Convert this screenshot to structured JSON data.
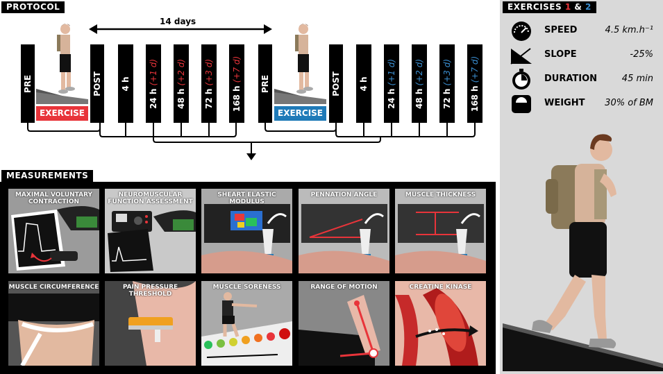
{
  "protocol": {
    "header": "PROTOCOL",
    "days_label": "14 days",
    "exercise1": {
      "label": "EXERCISE 1",
      "color": "#e8343a",
      "pre": "PRE",
      "post": "POST",
      "timepoints": [
        {
          "main": "4 h",
          "delay": ""
        },
        {
          "main": "24 h",
          "delay": "(+1 d)"
        },
        {
          "main": "48 h",
          "delay": "(+2 d)"
        },
        {
          "main": "72 h",
          "delay": "(+3 d)"
        },
        {
          "main": "168 h",
          "delay": "(+7 d)"
        }
      ]
    },
    "exercise2": {
      "label": "EXERCISE 2",
      "color": "#1f7ab8",
      "pre": "PRE",
      "post": "POST",
      "timepoints": [
        {
          "main": "4 h",
          "delay": ""
        },
        {
          "main": "24 h",
          "delay": "(+1 d)"
        },
        {
          "main": "48 h",
          "delay": "(+2 d)"
        },
        {
          "main": "72 h",
          "delay": "(+3 d)"
        },
        {
          "main": "168 h",
          "delay": "(+7 d)"
        }
      ]
    }
  },
  "exercises": {
    "header_prefix": "EXERCISES",
    "num1": "1",
    "amp": "&",
    "num2": "2",
    "rows": [
      {
        "key": "SPEED",
        "value": "4.5 km.h⁻¹",
        "icon": "speedometer-icon"
      },
      {
        "key": "SLOPE",
        "value": "-25%",
        "icon": "slope-icon"
      },
      {
        "key": "DURATION",
        "value": "45 min",
        "icon": "stopwatch-icon"
      },
      {
        "key": "WEIGHT",
        "value": "30% of BM",
        "icon": "weight-icon"
      }
    ]
  },
  "measurements": {
    "header": "MEASUREMENTS",
    "tiles": [
      {
        "title": "MAXIMAL VOLUNTARY CONTRACTION"
      },
      {
        "title": "NEUROMUSCULAR FUNCTION ASSESSMENT"
      },
      {
        "title": "SHEART ELASTIC MODULUS"
      },
      {
        "title": "PENNATION ANGLE"
      },
      {
        "title": "MUSCLE THICKNESS"
      },
      {
        "title": "MUSCLE CIRCUMFERENCE"
      },
      {
        "title": "PAIN PRESSURE THRESHOLD"
      },
      {
        "title": "MUSCLE SORENESS"
      },
      {
        "title": "RANGE OF MOTION"
      },
      {
        "title": "CREATINE KINASE"
      }
    ]
  }
}
